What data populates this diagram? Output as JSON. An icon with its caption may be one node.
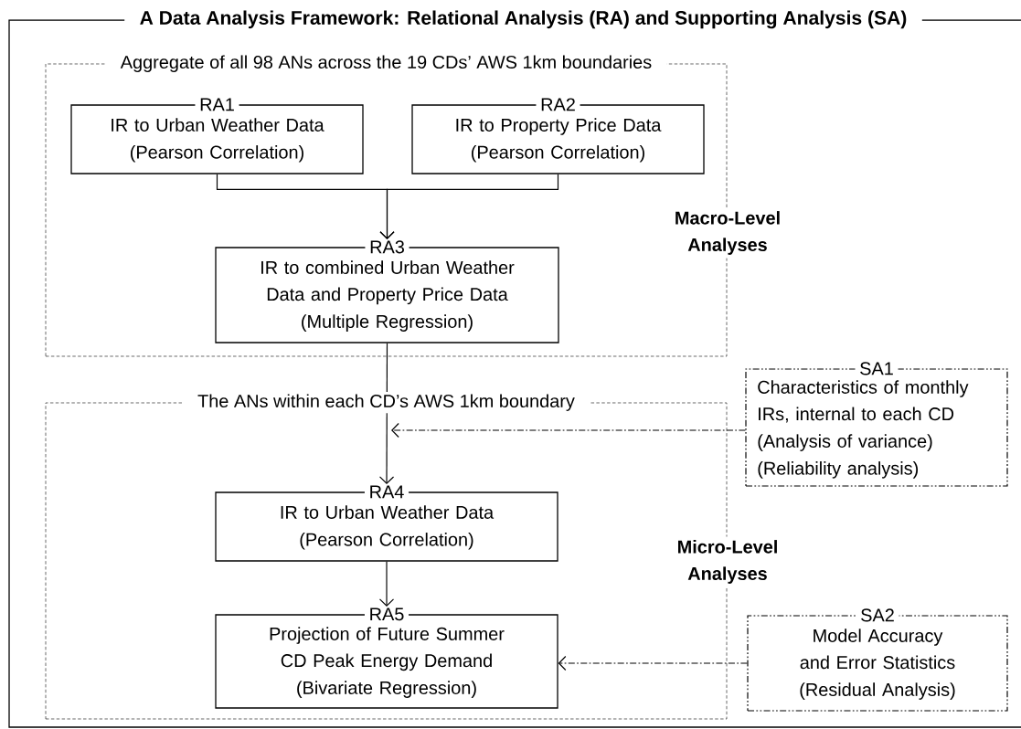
{
  "diagram": {
    "nodes": [
      {
        "text": [
          "A Data Analysis Framework: Relational Analysis (RA) and Supporting Analysis (SA)"
        ]
      },
      {
        "text": [
          "Aggregate of all 98 ANs across the 19 CDs’ AWS 1km boundaries",
          "Macro-Level Analyses"
        ],
        "in": 0
      },
      {
        "text": [
          "RA1",
          "IR to Urban Weather Data",
          "(Pearson Correlation)"
        ],
        "in": 1
      },
      {
        "text": [
          "RA2",
          "IR to Property Price Data",
          "(Pearson Correlation)"
        ],
        "in": 1
      },
      {
        "text": [
          "RA3",
          "IR to combined Urban Weather Data and Property Price Data",
          "(Multiple Regression)"
        ],
        "in": 1
      },
      {
        "text": [
          "The ANs within each CD’s AWS 1km boundary",
          "Micro-Level Analyses"
        ],
        "in": 0
      },
      {
        "text": [
          "RA4",
          "IR to Urban Weather Data",
          "(Pearson Correlation)"
        ],
        "in": 5
      },
      {
        "text": [
          "RA5",
          "Projection of Future Summer CD Peak Energy Demand",
          "(Bivariate Regression)"
        ],
        "in": 5
      },
      {
        "text": [
          "SA1",
          "Characteristics of monthly IRs, internal to each CD",
          "(Analysis  of variance)",
          "(Reliability analysis)"
        ],
        "in": 0
      },
      {
        "text": [
          "SA2",
          "Model Accuracy and Error Statistics",
          "(Residual Analysis)"
        ],
        "in": 0
      }
    ],
    "edges": [
      {
        "from": 2,
        "to": 4,
        "arrow": "to"
      },
      {
        "from": 3,
        "to": 4,
        "arrow": "to"
      },
      {
        "from": 4,
        "to": 6,
        "arrow": "to"
      },
      {
        "from": 8,
        "to": 5,
        "arrow": "to",
        "style": "dashed"
      },
      {
        "from": 9,
        "to": 7,
        "arrow": "to",
        "style": "dashed"
      },
      {
        "from": 6,
        "to": 7,
        "arrow": "to"
      }
    ]
  }
}
